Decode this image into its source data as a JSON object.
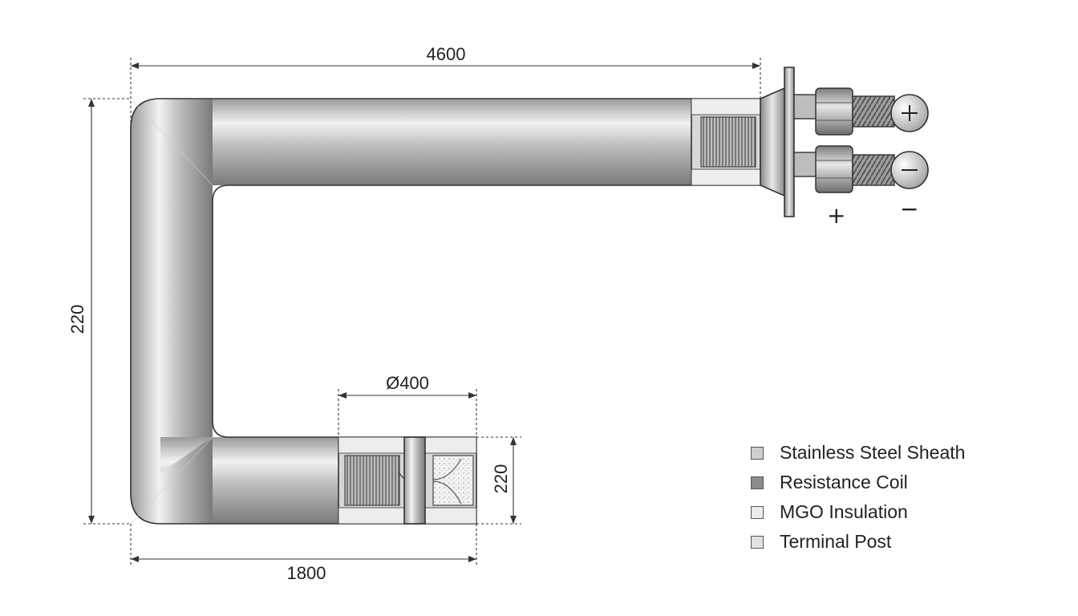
{
  "dimensions": {
    "top_length": "4600",
    "height_left": "220",
    "diameter": "Ø400",
    "end_height": "220",
    "bottom_length": "1800"
  },
  "terminals": {
    "positive_symbol": "+",
    "negative_symbol": "−"
  },
  "legend": {
    "items": [
      {
        "label": "Stainless Steel Sheath",
        "color": "#cfcfcf"
      },
      {
        "label": "Resistance Coil",
        "color": "#8c8c8c"
      },
      {
        "label": "MGO Insulation",
        "color": "#ececec"
      },
      {
        "label": "Terminal Post",
        "color": "#e2e2e2"
      }
    ]
  },
  "colors": {
    "metal_dark": "#6f6f6f",
    "metal_light": "#f4f4f4",
    "outline": "#333333"
  }
}
